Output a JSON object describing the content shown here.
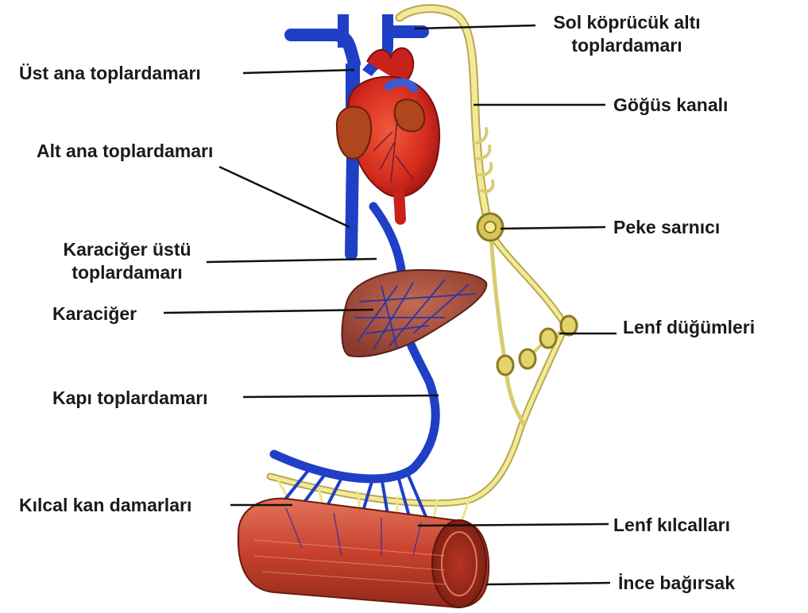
{
  "labels": {
    "ust_ana": "Üst ana toplardamarı",
    "alt_ana": "Alt ana toplardamarı",
    "karaciger_ustu_1": "Karaciğer üstü",
    "karaciger_ustu_2": "toplardamarı",
    "karaciger": "Karaciğer",
    "kapi": "Kapı toplardamarı",
    "kilcal_kan": "Kılcal kan damarları",
    "sol_kopru_1": "Sol köprücük altı",
    "sol_kopru_2": "toplardamarı",
    "gogus_kanali": "Göğüs kanalı",
    "peke": "Peke sarnıcı",
    "lenf_dugum": "Lenf düğümleri",
    "lenf_kilcal": "Lenf kılcalları",
    "ince_bagirsak": "İnce bağırsak"
  },
  "colors": {
    "vein": "#1f3fc6",
    "lymph": "#f2ea9a",
    "lymph_edge": "#b8a84a",
    "heart": "#d8281c",
    "liver": "#a8483a",
    "intestine": "#c8412c",
    "leader": "#111111"
  }
}
